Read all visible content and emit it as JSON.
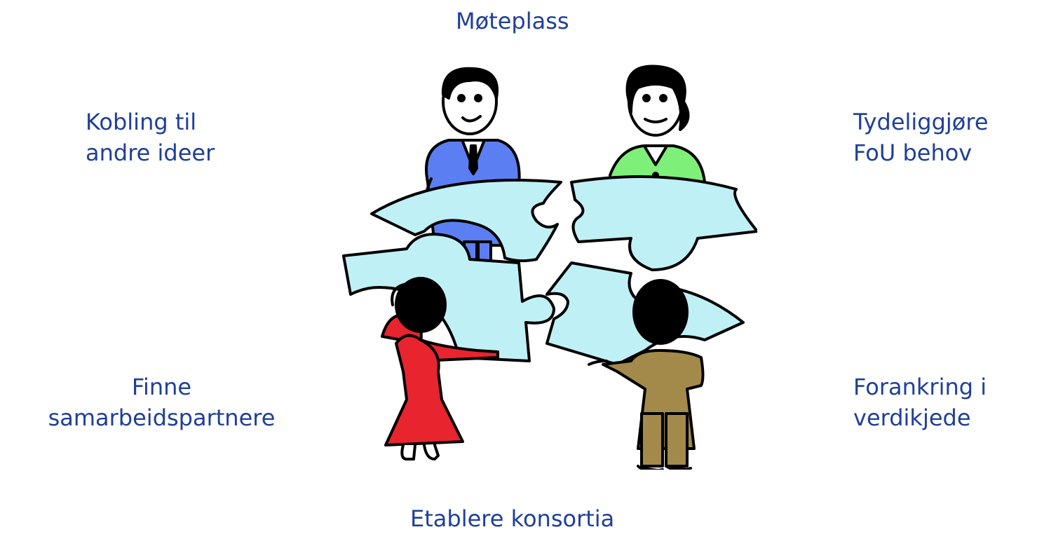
{
  "labels": {
    "top": "Møteplass",
    "top_left": [
      "Kobling til",
      "andre ideer"
    ],
    "top_right": [
      "Tydeliggjøre",
      "FoU behov"
    ],
    "bottom_left": [
      "Finne",
      "samarbeidspartnere"
    ],
    "bottom_right": [
      "Forankring i",
      "verdikjede"
    ],
    "bottom": "Etablere konsortia"
  },
  "colors": {
    "text": "#1f3f99",
    "puzzle": "#bff0f5",
    "man_suit": "#5b7ff2",
    "woman_top": "#7ef07a",
    "woman_dress": "#e8242e",
    "man_coat": "#a48a4a"
  },
  "illustration": "people-assembling-puzzle-clipart"
}
